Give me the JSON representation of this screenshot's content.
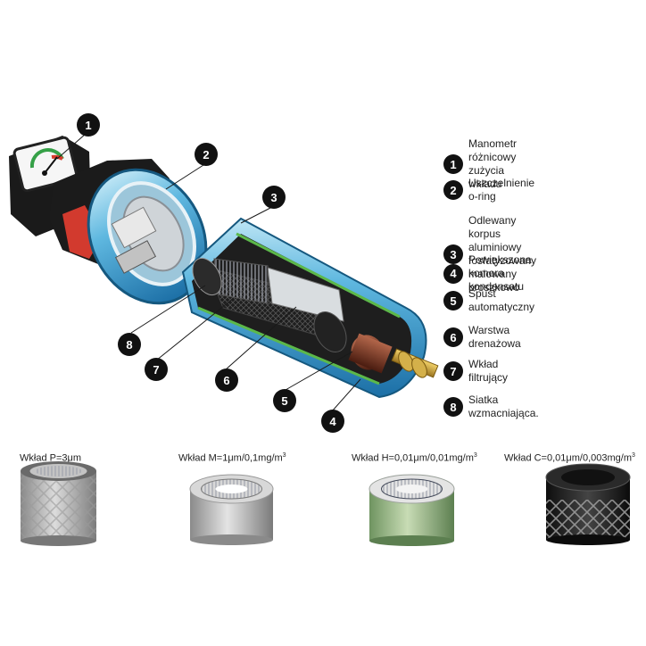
{
  "callouts": [
    "1",
    "2",
    "3",
    "4",
    "5",
    "6",
    "7",
    "8"
  ],
  "legend": [
    {
      "num": "1",
      "text": "Manometr różnicowy zużycia wkładu"
    },
    {
      "num": "2",
      "text": "Uszczelnienie o-ring"
    },
    {
      "num": "3",
      "text": "Odlewany korpus aluminiowy\nfosfatyzowany malowany proszkowo"
    },
    {
      "num": "4",
      "text": "Powiększona komora kondensatu"
    },
    {
      "num": "5",
      "text": "Spust automatyczny"
    },
    {
      "num": "6",
      "text": "Warstwa drenażowa"
    },
    {
      "num": "7",
      "text": "Wkład filtrujący"
    },
    {
      "num": "8",
      "text": "Siatka wzmacniająca."
    }
  ],
  "cartridges": [
    {
      "label": "Wkład P=3μm",
      "sup": "",
      "style": "mesh"
    },
    {
      "label": "Wkład M=1μm/0,1mg/m",
      "sup": "3",
      "style": "grey"
    },
    {
      "label": "Wkład H=0,01μm/0,01mg/m",
      "sup": "3",
      "style": "green"
    },
    {
      "label": "Wkład C=0,01μm/0,003mg/m",
      "sup": "3",
      "style": "black"
    }
  ]
}
